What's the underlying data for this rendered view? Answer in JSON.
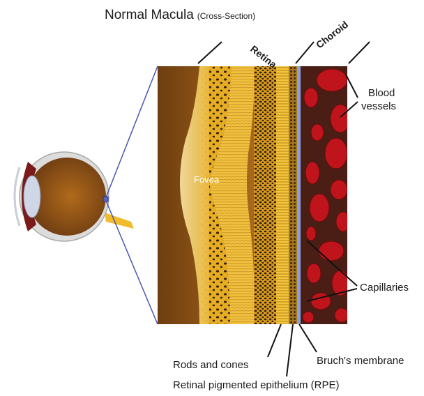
{
  "title": {
    "main": "Normal Macula",
    "sub": "(Cross-Section)"
  },
  "labels": {
    "retina": "Retina",
    "choroid": "Choroid",
    "fovea": "Fovea",
    "blood_vessels_line1": "Blood",
    "blood_vessels_line2": "vessels",
    "capillaries": "Capillaries",
    "rods_and_cones": "Rods and cones",
    "bruchs_membrane": "Bruch's membrane",
    "rpe": "Retinal pigmented epithelium (RPE)"
  },
  "colors": {
    "tissue_gold": "#e8b020",
    "tissue_light": "#f4cc50",
    "inner_brown": "#a86a1c",
    "choroid_dark": "#4a1e14",
    "vessel_red": "#c0141c",
    "connector_blue": "#4a55b0"
  }
}
